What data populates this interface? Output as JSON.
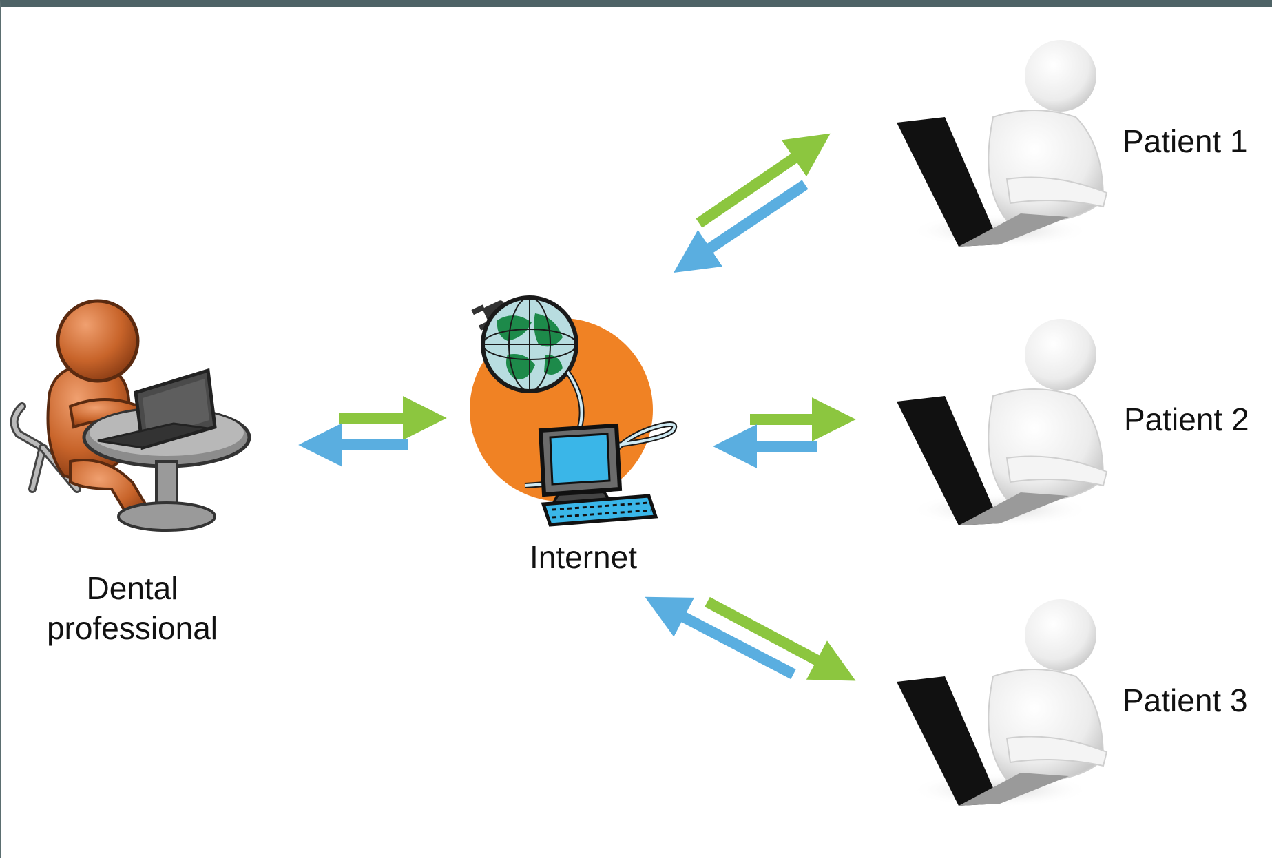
{
  "labels": {
    "dental": "Dental professional",
    "internet": "Internet",
    "patient1": "Patient 1",
    "patient2": "Patient 2",
    "patient3": "Patient 3"
  },
  "colors": {
    "frame": "#4e6366",
    "send_arrow": "#8cc63f",
    "receive_arrow": "#5aaee0",
    "dentist_figure": "#c8642a",
    "internet_circle": "#f08224",
    "globe": "#1d8a4a",
    "monitor_screen": "#3ab6e8",
    "patient_figure": "#eeeeee",
    "laptop": "#111111"
  },
  "icons": {
    "dentist": "person-at-laptop-icon",
    "internet": "globe-computer-icon",
    "patient": "person-at-laptop-icon"
  }
}
